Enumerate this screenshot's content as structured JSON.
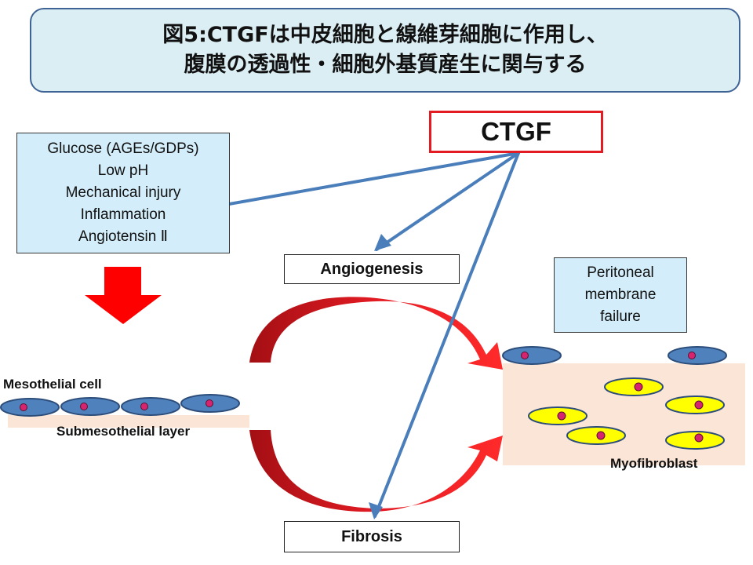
{
  "title": {
    "line1": "図5:CTGFは中皮細胞と線維芽細胞に作用し、",
    "line2": "腹膜の透過性・細胞外基質産生に関与する"
  },
  "ctgf": "CTGF",
  "causes": [
    "Glucose (AGEs/GDPs)",
    "Low pH",
    "Mechanical injury",
    "Inflammation",
    "Angiotensin Ⅱ"
  ],
  "angiogenesis": "Angiogenesis",
  "fibrosis": "Fibrosis",
  "peritoneal_failure": [
    "Peritoneal",
    "membrane",
    "failure"
  ],
  "mesothelial_cell": "Mesothelial cell",
  "submesothelial_layer": "Submesothelial layer",
  "myofibroblast": "Myofibroblast",
  "colors": {
    "title_bg": "#dbeef4",
    "title_border": "#3f6395",
    "arrow_blue": "#4a7ebb",
    "red": "#e31b23",
    "cell_blue": "#4f81bd",
    "nucleus": "#d6246e",
    "myofibroblast_yellow": "#ffff00",
    "tissue": "#fbe5d6",
    "info_box": "#d3eefa"
  }
}
